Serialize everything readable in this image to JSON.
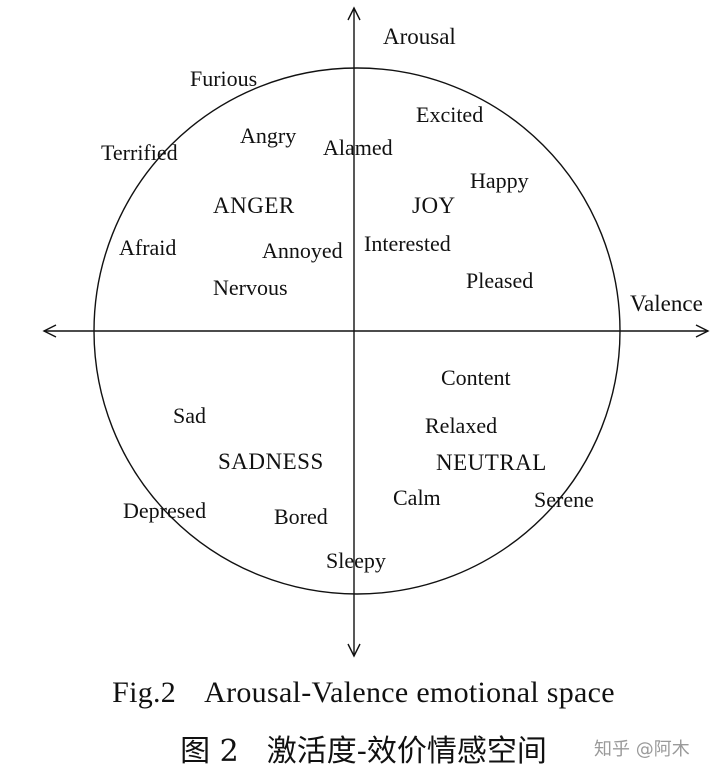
{
  "diagram": {
    "axes": {
      "vertical_label": "Arousal",
      "horizontal_label": "Valence"
    },
    "categories": {
      "anger": "ANGER",
      "joy": "JOY",
      "sadness": "SADNESS",
      "neutral": "NEUTRAL"
    },
    "words": {
      "furious": "Furious",
      "terrified": "Terrified",
      "angry": "Angry",
      "alarmed": "Alamed",
      "excited": "Excited",
      "happy": "Happy",
      "afraid": "Afraid",
      "annoyed": "Annoyed",
      "interested": "Interested",
      "nervous": "Nervous",
      "pleased": "Pleased",
      "content": "Content",
      "sad": "Sad",
      "relaxed": "Relaxed",
      "depressed": "Depresed",
      "bored": "Bored",
      "calm": "Calm",
      "serene": "Serene",
      "sleepy": "Sleepy"
    }
  },
  "caption": {
    "en_fig": "Fig.2",
    "en_text": "Arousal-Valence emotional space",
    "zh_fig": "图 2",
    "zh_text": "激活度-效价情感空间"
  },
  "watermark": "知乎 @阿木"
}
